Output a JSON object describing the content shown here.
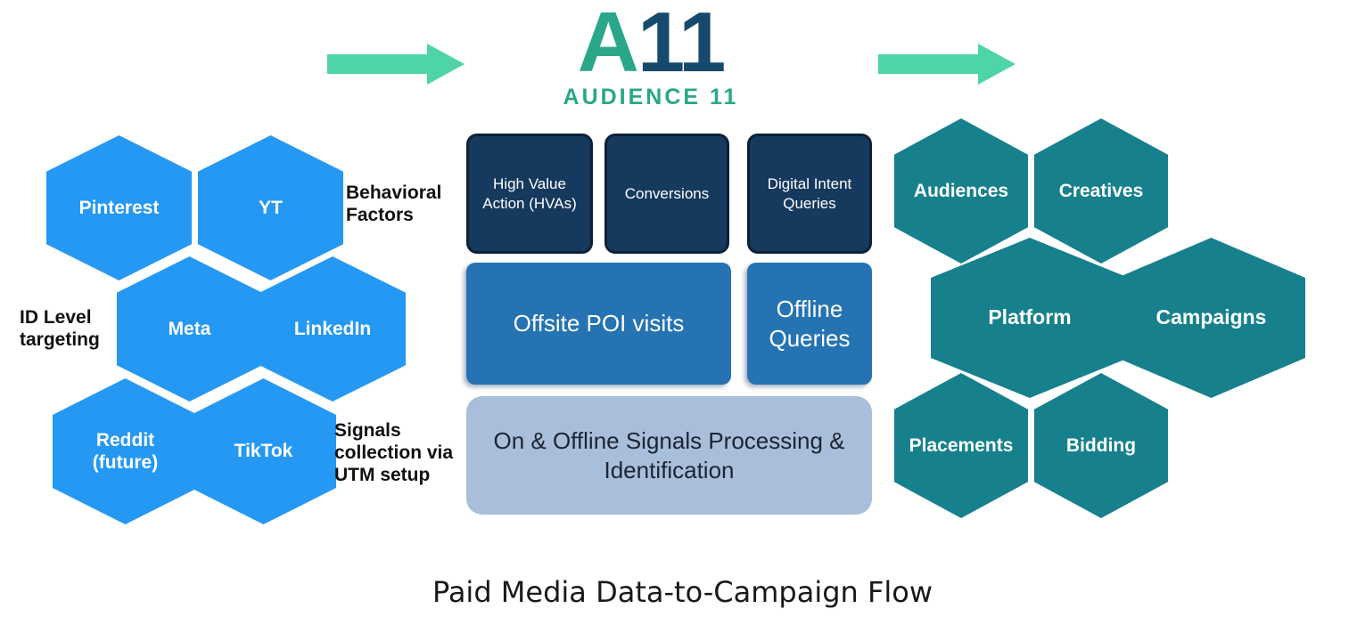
{
  "logo": {
    "letter": "A",
    "number": "11",
    "subtitle": "AUDIENCE 11"
  },
  "title": "Paid Media Data-to-Campaign Flow",
  "left_cluster": {
    "hexagons": [
      {
        "label": "Pinterest"
      },
      {
        "label": "YT"
      },
      {
        "label": "Meta"
      },
      {
        "label": "LinkedIn"
      },
      {
        "label": "Reddit (future)"
      },
      {
        "label": "TikTok"
      }
    ],
    "annotations": [
      {
        "text": "Behavioral Factors"
      },
      {
        "text": "ID Level targeting"
      },
      {
        "text": "Signals collection via UTM setup"
      }
    ]
  },
  "center": {
    "signal_boxes": [
      {
        "label": "High Value Action (HVAs)"
      },
      {
        "label": "Conversions"
      },
      {
        "label": "Digital Intent Queries"
      },
      {
        "label": "Offsite POI visits"
      },
      {
        "label": "Offline Queries"
      },
      {
        "label": "On & Offline Signals Processing & Identification"
      }
    ]
  },
  "right_cluster": {
    "hexagons": [
      {
        "label": "Audiences"
      },
      {
        "label": "Creatives"
      },
      {
        "label": "Platform"
      },
      {
        "label": "Campaigns"
      },
      {
        "label": "Placements"
      },
      {
        "label": "Bidding"
      }
    ]
  },
  "colors": {
    "platform_hex_blue": "#2598f3",
    "output_hex_teal": "#17808d",
    "signal_box_navy": "#16395e",
    "signal_box_blue": "#2573b2",
    "processing_box_light": "#a9bedb",
    "arrow_mint": "#4fd4a9",
    "logo_green": "#2aa788",
    "logo_navy": "#154a6d"
  }
}
